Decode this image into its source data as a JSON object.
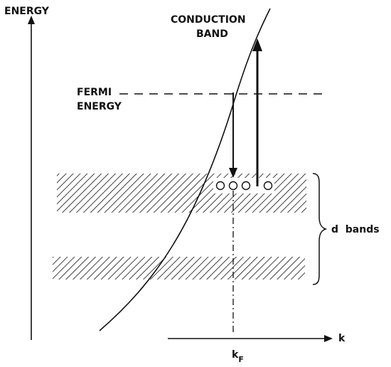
{
  "labels": {
    "energy_axis": "ENERGY",
    "conduction_line1": "CONDUCTION",
    "conduction_line2": "BAND",
    "fermi_line1": "FERMI",
    "fermi_line2": "ENERGY",
    "d_bands": "d  bands",
    "k_axis": "k",
    "kf_main": "k",
    "kf_sub": "F"
  }
}
